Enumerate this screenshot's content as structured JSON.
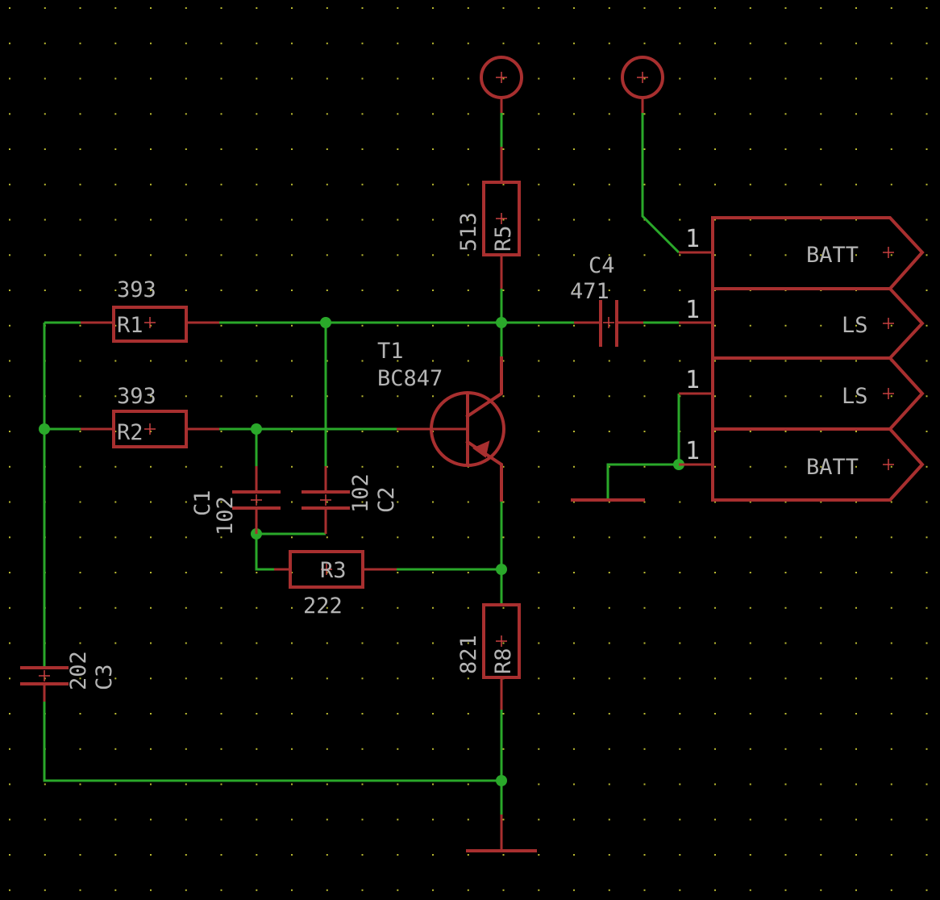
{
  "colors": {
    "background": "#000000",
    "grid_dots": "#b8b830",
    "symbol": "#a82f2f",
    "wire": "#2aa82a",
    "text": "#b4b4b4"
  },
  "components": {
    "R1": {
      "name": "R1",
      "value": "393"
    },
    "R2": {
      "name": "R2",
      "value": "393"
    },
    "R3": {
      "name": "R3",
      "value": "222"
    },
    "R5": {
      "name": "R5",
      "value": "513"
    },
    "R8": {
      "name": "R8",
      "value": "821"
    },
    "C1": {
      "name": "C1",
      "value": "102"
    },
    "C2": {
      "name": "C2",
      "value": "102"
    },
    "C3": {
      "name": "C3",
      "value": "202"
    },
    "C4": {
      "name": "C4",
      "value": "471"
    },
    "T1": {
      "name": "T1",
      "value": "BC847"
    }
  },
  "connectors": [
    {
      "label": "BATT",
      "pin": "1"
    },
    {
      "label": "LS",
      "pin": "1"
    },
    {
      "label": "LS",
      "pin": "1"
    },
    {
      "label": "BATT",
      "pin": "1"
    }
  ],
  "symbols": {
    "supply_count": 2,
    "ground_count": 2,
    "supply_icon": "circle-supply-icon",
    "ground_icon": "ground-icon"
  }
}
